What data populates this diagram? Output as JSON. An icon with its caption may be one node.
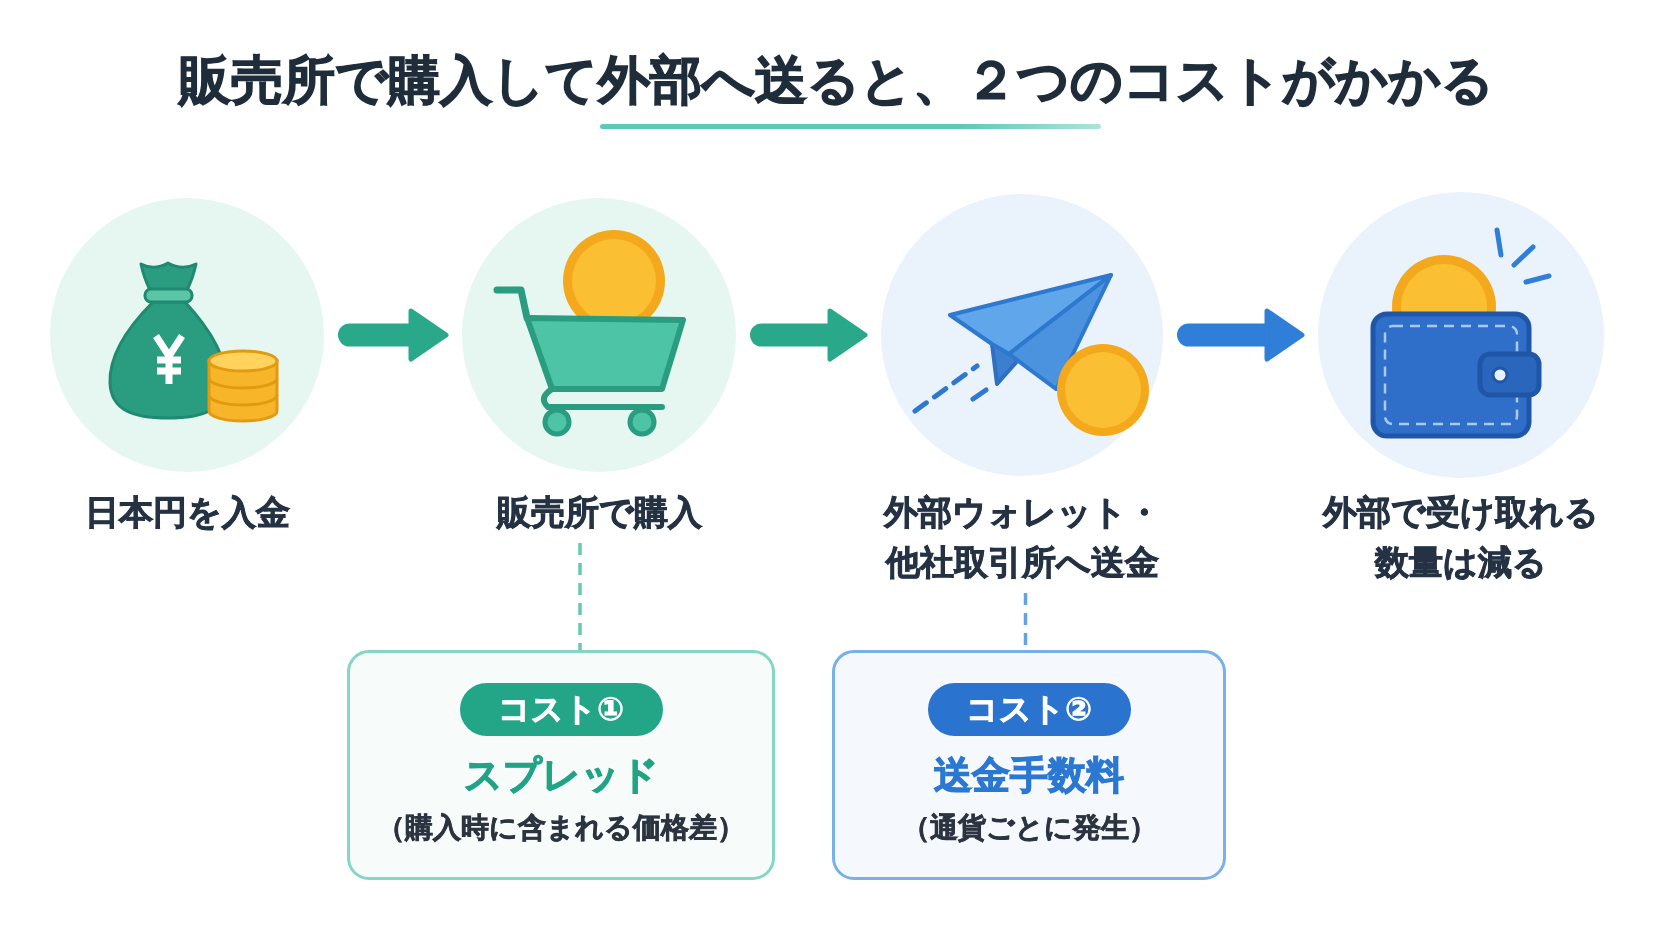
{
  "diagram": {
    "title": "販売所で購入して外部へ送ると、２つのコストがかかる",
    "nodes": [
      {
        "text": [
          "日本円を入金"
        ]
      },
      {
        "text": [
          "販売所で購入"
        ]
      },
      {
        "text": [
          "外部ウォレット・他社取引所へ送金"
        ]
      },
      {
        "text": [
          "外部で受け取れる数量は減る"
        ]
      },
      {
        "text": [
          "スプレッド",
          "（購入時に含まれる価格差）"
        ]
      },
      {
        "text": [
          "コスト①"
        ],
        "in": 4
      },
      {
        "text": [
          "送金手数料",
          "（通貨ごとに発生）"
        ]
      },
      {
        "text": [
          "コスト②"
        ],
        "in": 6
      }
    ],
    "edges": [
      {
        "from": 0,
        "to": 1,
        "arrow": "to"
      },
      {
        "from": 1,
        "to": 2,
        "arrow": "to"
      },
      {
        "from": 2,
        "to": 3,
        "arrow": "to",
        "color": "#2f7fd8"
      },
      {
        "from": 1,
        "to": 4,
        "arrow": "none",
        "style": "dashed",
        "color": "#66c9b3"
      },
      {
        "from": 2,
        "to": 6,
        "arrow": "none",
        "style": "dashed",
        "color": "#62a2e6"
      }
    ]
  }
}
